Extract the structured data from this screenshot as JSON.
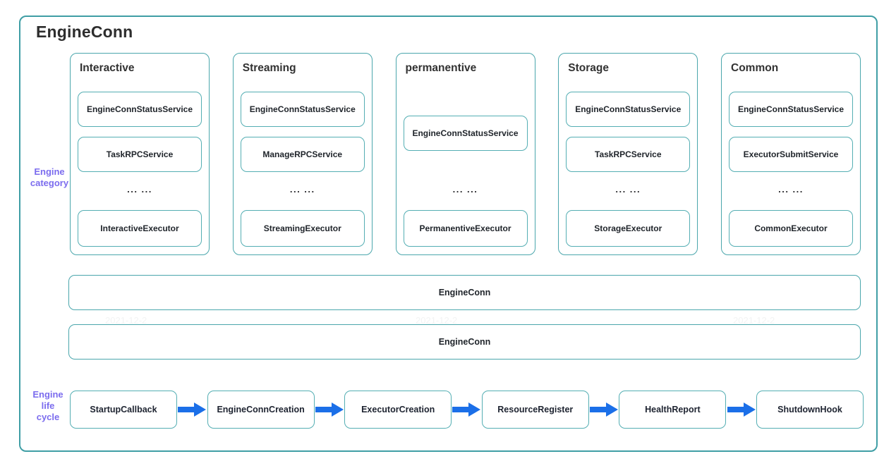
{
  "diagram": {
    "title": "EngineConn",
    "dots": "... ...",
    "side_labels": {
      "category": "Engine category",
      "lifecycle": "Engine life cycle"
    },
    "categories": [
      {
        "name": "Interactive",
        "services": [
          "EngineConnStatusService",
          "TaskRPCService"
        ],
        "executor": "InteractiveExecutor"
      },
      {
        "name": "Streaming",
        "services": [
          "EngineConnStatusService",
          "ManageRPCService"
        ],
        "executor": "StreamingExecutor"
      },
      {
        "name": "permanentive",
        "services": [
          "EngineConnStatusService"
        ],
        "executor": "PermanentiveExecutor"
      },
      {
        "name": "Storage",
        "services": [
          "EngineConnStatusService",
          "TaskRPCService"
        ],
        "executor": "StorageExecutor"
      },
      {
        "name": "Common",
        "services": [
          "EngineConnStatusService",
          "ExecutorSubmitService"
        ],
        "executor": "CommonExecutor"
      }
    ],
    "bars": [
      "EngineConn",
      "EngineConn"
    ],
    "lifecycle": [
      "StartupCallback",
      "EngineConnCreation",
      "ExecutorCreation",
      "ResourceRegister",
      "HealthReport",
      "ShutdownHook"
    ],
    "watermark": "2021-12-2",
    "colors": {
      "border_teal": "#3F9EA5",
      "inner_teal": "#54AEB3",
      "arrow_blue": "#1B6FE8",
      "label_purple": "#7B6CEE",
      "text_dark": "#24292E"
    }
  }
}
